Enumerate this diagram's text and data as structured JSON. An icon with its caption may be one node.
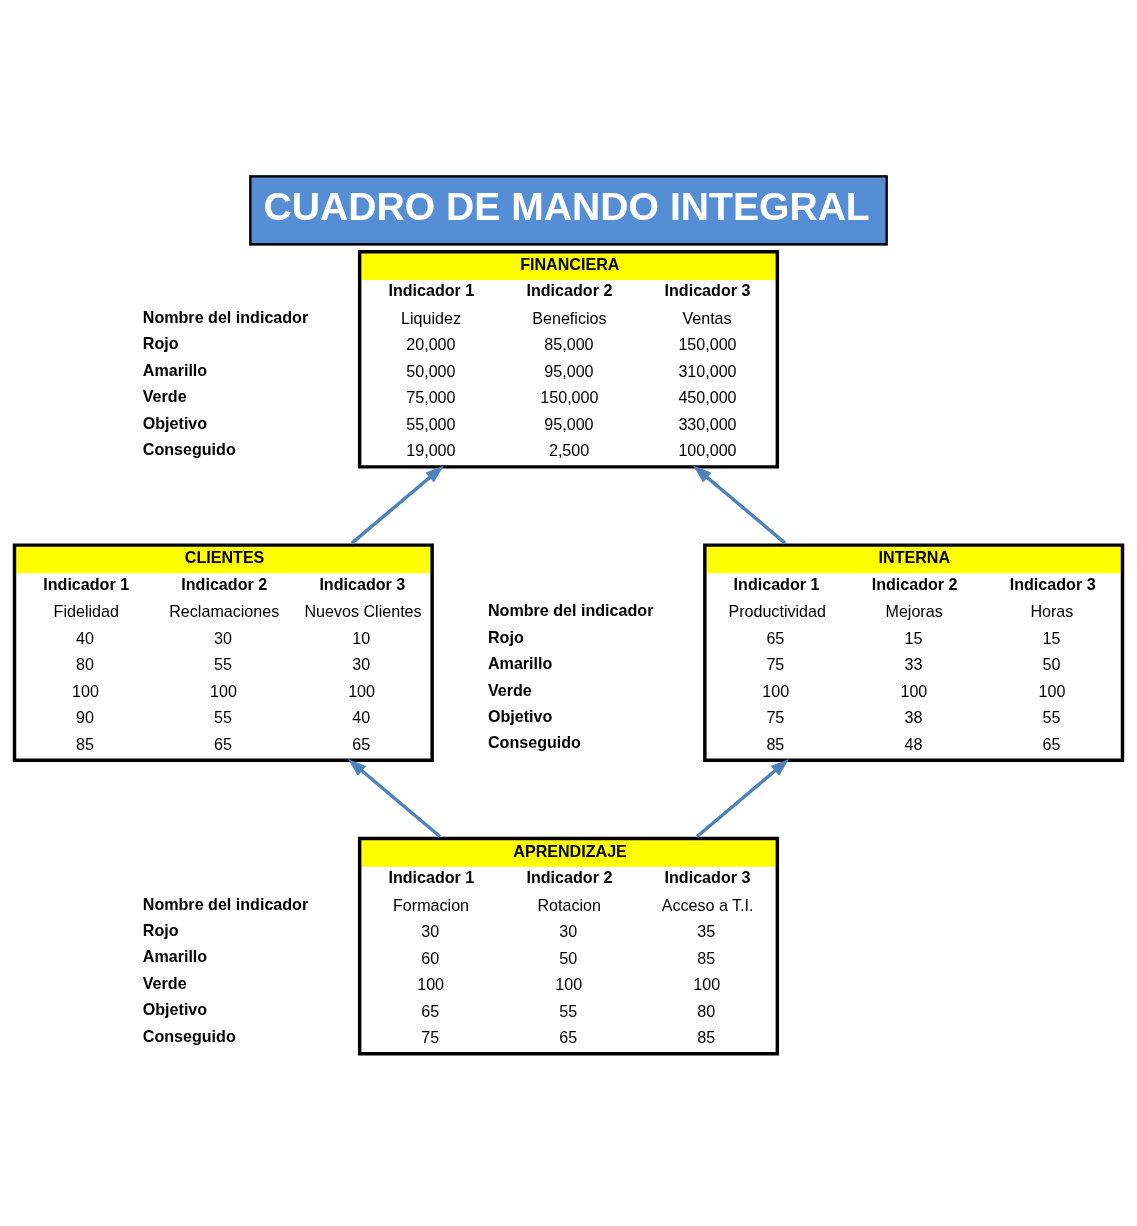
{
  "diagram": {
    "title": "CUADRO DE MANDO INTEGRAL",
    "nodes": [
      {
        "text": [
          "FINANCIERA",
          "Indicador 1",
          "Indicador 2",
          "Indicador 3",
          "Liquidez",
          "Beneficios",
          "Ventas",
          "20,000",
          "85,000",
          "150,000",
          "50,000",
          "95,000",
          "310,000",
          "75,000",
          "150,000",
          "450,000",
          "55,000",
          "95,000",
          "330,000",
          "19,000",
          "2,500",
          "100,000"
        ]
      },
      {
        "text": [
          "INTERNA",
          "Indicador 1",
          "Indicador 2",
          "Indicador 3",
          "Productividad",
          "Mejoras",
          "Horas",
          "65",
          "15",
          "15",
          "75",
          "33",
          "50",
          "100",
          "100",
          "100",
          "75",
          "38",
          "55",
          "85",
          "48",
          "65"
        ]
      },
      {
        "text": [
          "CLIENTES",
          "Indicador 1",
          "Indicador 2",
          "Indicador 3",
          "Fidelidad",
          "Reclamaciones",
          "Nuevos Clientes",
          "40",
          "30",
          "10",
          "80",
          "55",
          "30",
          "100",
          "100",
          "100",
          "90",
          "55",
          "40",
          "85",
          "65",
          "65"
        ]
      },
      {
        "text": [
          "APRENDIZAJE",
          "Indicador 1",
          "Indicador 2",
          "Indicador 3",
          "Formacion",
          "Rotacion",
          "Acceso a T.I.",
          "30",
          "30",
          "35",
          "60",
          "50",
          "85",
          "100",
          "100",
          "100",
          "65",
          "55",
          "80",
          "75",
          "65",
          "85"
        ]
      }
    ],
    "edges": [
      {
        "from": 1,
        "to": 0,
        "arrow": "to"
      },
      {
        "from": 2,
        "to": 0,
        "arrow": "to"
      },
      {
        "from": 3,
        "to": 1,
        "arrow": "to"
      },
      {
        "from": 3,
        "to": 2,
        "arrow": "to"
      }
    ],
    "labels": [
      "Nombre del indicador",
      "Rojo",
      "Amarillo",
      "Verde",
      "Objetivo",
      "Conseguido",
      "Nombre del indicador",
      "Rojo",
      "Amarillo",
      "Verde",
      "Objetivo",
      "Conseguido",
      "Nombre del indicador",
      "Rojo",
      "Amarillo",
      "Verde",
      "Objetivo",
      "Conseguido"
    ]
  }
}
